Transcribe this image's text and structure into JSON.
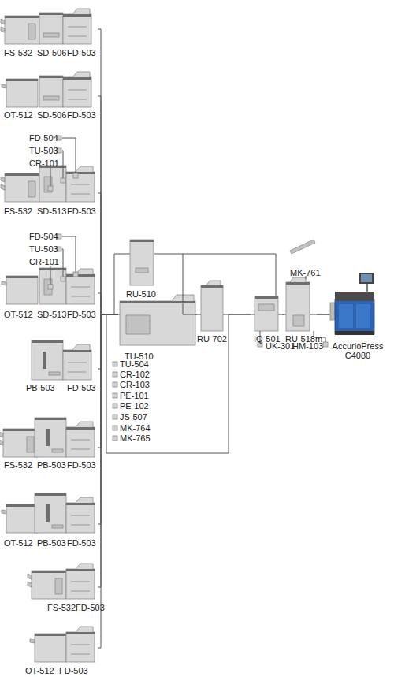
{
  "diagram": {
    "nodes": [
      {
        "text": [
          "FS-532",
          "SD-506",
          "FD-503"
        ]
      },
      {
        "text": [
          "OT-512",
          "SD-506",
          "FD-503"
        ]
      },
      {
        "text": [
          "FD-504",
          "TU-503",
          "CR-101",
          "FS-532",
          "SD-513",
          "FD-503"
        ]
      },
      {
        "text": [
          "FD-504",
          "TU-503",
          "CR-101",
          "OT-512",
          "SD-513",
          "FD-503"
        ]
      },
      {
        "text": [
          "PB-503",
          "FD-503"
        ]
      },
      {
        "text": [
          "FS-532",
          "PB-503",
          "FD-503"
        ]
      },
      {
        "text": [
          "OT-512",
          "PB-503",
          "FD-503"
        ]
      },
      {
        "text": [
          "FS-532FD-503"
        ]
      },
      {
        "text": [
          "OT-512",
          "FD-503"
        ]
      },
      {
        "text": [
          "RU-510"
        ]
      },
      {
        "text": [
          "TU-510"
        ]
      },
      {
        "text": [
          "RU-702"
        ]
      },
      {
        "text": [
          "IQ-501"
        ]
      },
      {
        "text": [
          "RU-518m"
        ]
      },
      {
        "text": [
          "AccurioPress C4080"
        ]
      }
    ],
    "edges": [
      {
        "from": 0,
        "to": 10,
        "arrow": "none"
      },
      {
        "from": 1,
        "to": 10,
        "arrow": "none"
      },
      {
        "from": 2,
        "to": 10,
        "arrow": "none"
      },
      {
        "from": 3,
        "to": 10,
        "arrow": "none"
      },
      {
        "from": 4,
        "to": 10,
        "arrow": "none"
      },
      {
        "from": 5,
        "to": 10,
        "arrow": "none"
      },
      {
        "from": 6,
        "to": 10,
        "arrow": "none"
      },
      {
        "from": 7,
        "to": 10,
        "arrow": "none"
      },
      {
        "from": 8,
        "to": 10,
        "arrow": "none"
      },
      {
        "from": 9,
        "to": 11,
        "arrow": "none"
      },
      {
        "from": 10,
        "to": 11,
        "arrow": "none"
      },
      {
        "from": 11,
        "to": 12,
        "arrow": "none"
      },
      {
        "from": 12,
        "to": 13,
        "arrow": "none"
      },
      {
        "from": 13,
        "to": 14,
        "arrow": "none"
      }
    ],
    "labels": [
      "TU-504",
      "CR-102",
      "CR-103",
      "PE-101",
      "PE-102",
      "JS-507",
      "MK-764",
      "MK-765",
      "MK-761",
      "UK-301",
      "HM-103"
    ]
  }
}
